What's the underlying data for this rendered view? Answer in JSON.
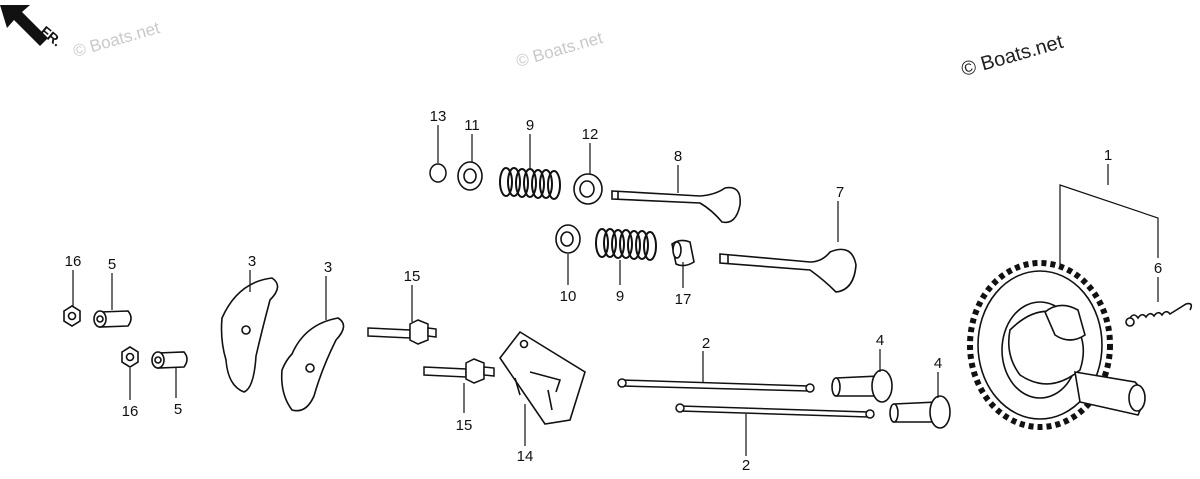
{
  "direction_label": "FR.",
  "watermarks": [
    "© Boats.net",
    "© Boats.net",
    "© Boats.net"
  ],
  "callouts": [
    "1",
    "2",
    "2",
    "3",
    "3",
    "4",
    "4",
    "5",
    "5",
    "6",
    "7",
    "8",
    "9",
    "9",
    "10",
    "11",
    "12",
    "13",
    "14",
    "15",
    "15",
    "16",
    "16",
    "17"
  ]
}
